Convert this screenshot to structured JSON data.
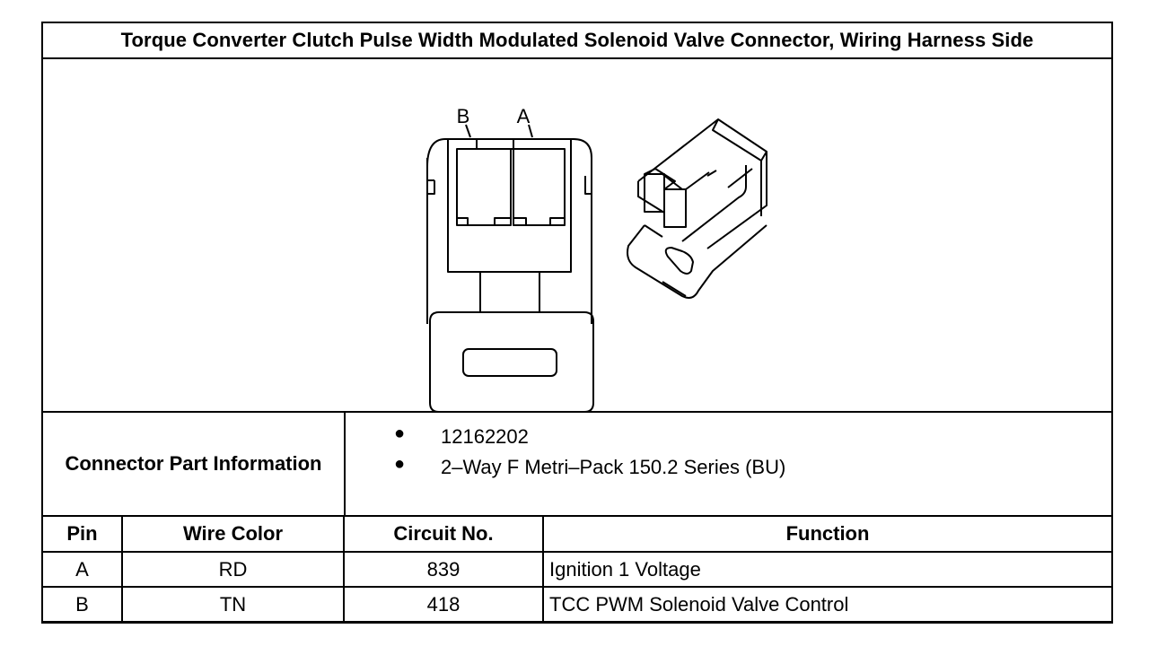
{
  "title": "Torque Converter Clutch Pulse Width Modulated Solenoid Valve Connector, Wiring Harness Side",
  "drawing": {
    "pin_labels": [
      "B",
      "A"
    ]
  },
  "connector_info": {
    "label": "Connector Part Information",
    "items": [
      "12162202",
      "2–Way F Metri–Pack 150.2 Series (BU)"
    ]
  },
  "table": {
    "headers": [
      "Pin",
      "Wire Color",
      "Circuit No.",
      "Function"
    ],
    "rows": [
      {
        "pin": "A",
        "wire_color": "RD",
        "circuit": "839",
        "function": "Ignition 1 Voltage"
      },
      {
        "pin": "B",
        "wire_color": "TN",
        "circuit": "418",
        "function": "TCC PWM Solenoid Valve Control"
      }
    ]
  }
}
